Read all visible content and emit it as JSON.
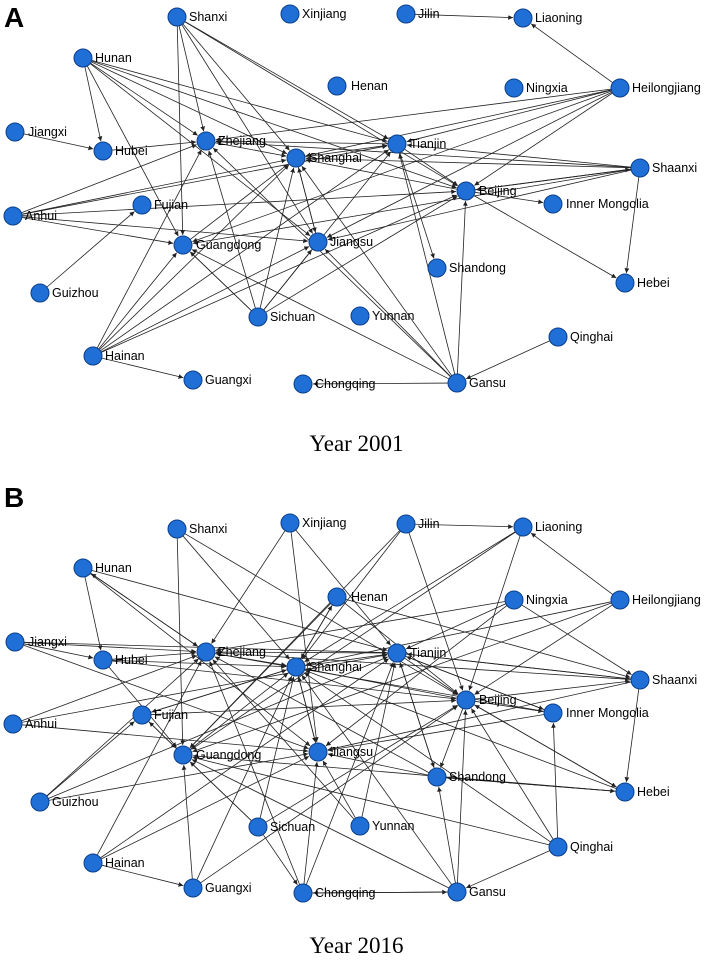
{
  "figure": {
    "panels": [
      {
        "letter": "A",
        "caption": "Year 2001",
        "nodes": [
          "Shanxi",
          "Xinjiang",
          "Jilin",
          "Liaoning",
          "Hunan",
          "Henan",
          "Ningxia",
          "Heilongjiang",
          "Jiangxi",
          "Hubei",
          "Zhejiang",
          "Shanghai",
          "Tianjin",
          "Shaanxi",
          "Beijing",
          "Inner Mongolia",
          "Anhui",
          "Fujian",
          "Guangdong",
          "Jiangsu",
          "Shandong",
          "Hebei",
          "Guizhou",
          "Sichuan",
          "Yunnan",
          "Qinghai",
          "Hainan",
          "Guangxi",
          "Chongqing",
          "Gansu"
        ]
      },
      {
        "letter": "B",
        "caption": "Year 2016",
        "nodes": [
          "Shanxi",
          "Xinjiang",
          "Jilin",
          "Liaoning",
          "Hunan",
          "Henan",
          "Ningxia",
          "Heilongjiang",
          "Jiangxi",
          "Hubei",
          "Zhejiang",
          "Shanghai",
          "Tianjin",
          "Shaanxi",
          "Beijing",
          "Inner Mongolia",
          "Anhui",
          "Fujian",
          "Guangdong",
          "Jiangsu",
          "Shandong",
          "Hebei",
          "Guizhou",
          "Sichuan",
          "Yunnan",
          "Qinghai",
          "Hainan",
          "Guangxi",
          "Chongqing",
          "Gansu"
        ]
      }
    ],
    "colors": {
      "node_fill": "#1f6fd6",
      "node_stroke": "#0b3f8a",
      "edge": "#222222"
    }
  }
}
